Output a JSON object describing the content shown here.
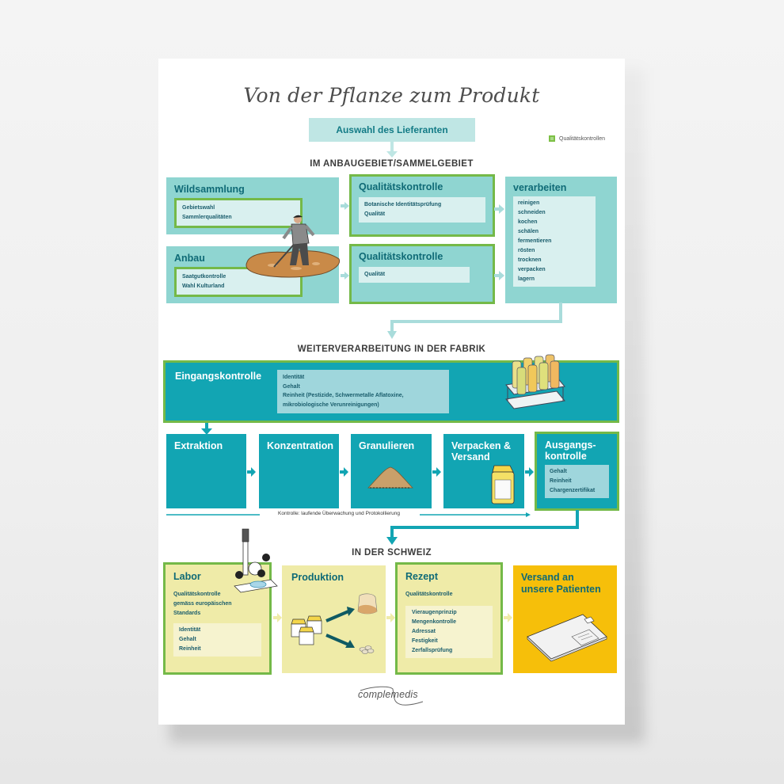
{
  "title": "Von der Pflanze zum Produkt",
  "supplier_box": "Auswahl des Lieferanten",
  "legend": {
    "label": "Qualitätskontrollen",
    "color": "#74b948"
  },
  "colors": {
    "light_teal": "#8fd5d1",
    "dark_teal": "#12a5b3",
    "yellow": "#efeba8",
    "orange": "#f6bf0a",
    "quality_green": "#74b948",
    "text_teal": "#0f6a76"
  },
  "sections": {
    "growing": "IM ANBAUGEBIET/SAMMELGEBIET",
    "factory": "WEITERVERARBEITUNG IN DER FABRIK",
    "switzerland": "IN DER SCHWEIZ"
  },
  "growing": {
    "wild": {
      "title": "Wildsammlung",
      "items": [
        "Gebietswahl",
        "Sammlerqualitäten"
      ]
    },
    "cultivation": {
      "title": "Anbau",
      "items": [
        "Saatgutkontrolle",
        "Wahl Kulturland"
      ]
    },
    "qc1": {
      "title": "Qualitätskontrolle",
      "items": [
        "Botanische Identitätsprüfung",
        "Qualität"
      ]
    },
    "qc2": {
      "title": "Qualitätskontrolle",
      "items": [
        "Qualität"
      ]
    },
    "process": {
      "title": "verarbeiten",
      "items": [
        "reinigen",
        "schneiden",
        "kochen",
        "schälen",
        "fermentieren",
        "rösten",
        "trocknen",
        "verpacken",
        "lagern"
      ]
    }
  },
  "factory": {
    "incoming": {
      "title": "Eingangskontrolle",
      "items": [
        "Identität",
        "Gehalt",
        "Reinheit (Pestizide, Schwermetalle Aflatoxine,",
        "mikrobiologische Verunreinigungen)"
      ]
    },
    "steps": [
      {
        "title": "Extraktion"
      },
      {
        "title": "Konzentration"
      },
      {
        "title": "Granulieren"
      },
      {
        "title": "Verpacken & Versand"
      }
    ],
    "outgoing": {
      "title": "Ausgangs-kontrolle",
      "items": [
        "Gehalt",
        "Reinheit",
        "Chargenzertifikat"
      ]
    },
    "monitoring": "Kontrolle: laufende Überwachung und Protokollierung"
  },
  "switzerland": {
    "lab": {
      "title": "Labor",
      "subtitle": [
        "Qualitätskontrolle",
        "gemäss europäischen",
        "Standards"
      ],
      "items": [
        "Identität",
        "Gehalt",
        "Reinheit"
      ]
    },
    "production": {
      "title": "Produktion"
    },
    "recipe": {
      "title": "Rezept",
      "subtitle": "Qualitätskontrolle",
      "items": [
        "Vieraugenprinzip",
        "Mengenkontrolle",
        "Adressat",
        "Festigkeit",
        "Zerfallsprüfung"
      ]
    },
    "shipping": {
      "title": "Versand an unsere Patienten"
    }
  },
  "logo": "complemedis"
}
